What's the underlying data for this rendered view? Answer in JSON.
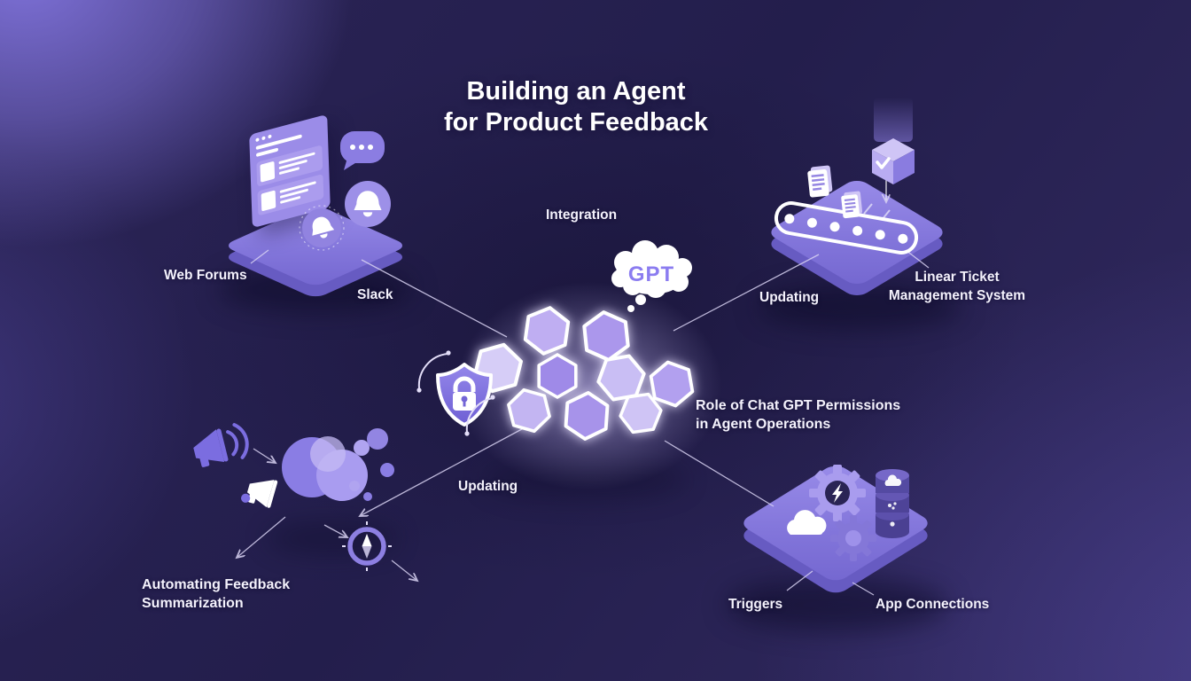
{
  "title": {
    "line1": "Building an Agent",
    "line2": "for Product Feedback"
  },
  "nodes": {
    "web_forums": {
      "label": "Web Forums"
    },
    "slack": {
      "label": "Slack"
    },
    "integration": {
      "label": "Integration"
    },
    "gpt_bubble": {
      "label": "GPT"
    },
    "updating_top": {
      "label": "Updating"
    },
    "linear_ticket": {
      "line1": "Linear Ticket",
      "line2": "Management System"
    },
    "role_permissions": {
      "line1": "Role of Chat GPT Permissions",
      "line2": "in Agent Operations"
    },
    "updating_center": {
      "label": "Updating"
    },
    "automating": {
      "line1": "Automating Feedback",
      "line2": "Summarization"
    },
    "triggers": {
      "label": "Triggers"
    },
    "app_connections": {
      "label": "App Connections"
    }
  },
  "icons": {
    "center": "hexagon-cluster-icon",
    "security": "shield-lock-icon",
    "web_forums": "browser-window-icon",
    "chat": "speech-bubble-icon",
    "notifications": "bell-icon",
    "gpt": "thought-cloud-icon",
    "ticket_system": "conveyor-belt-icon",
    "ticket_done": "check-cube-icon",
    "feedback": "megaphone-icon",
    "summarization": "bubble-cluster-icon",
    "navigation": "compass-icon",
    "triggers": "gear-lightning-icon",
    "apps": "database-icon",
    "cloud": "cloud-icon"
  },
  "colors": {
    "background_dark": "#231e4c",
    "background_purple": "#7e71d8",
    "platform": "#8a7ce0",
    "platform_side": "#675bc2",
    "accent": "#7b6de0",
    "hexagon_fill": "#b6a6f0",
    "connector_line": "#d8d2f2",
    "text": "#ffffff"
  }
}
